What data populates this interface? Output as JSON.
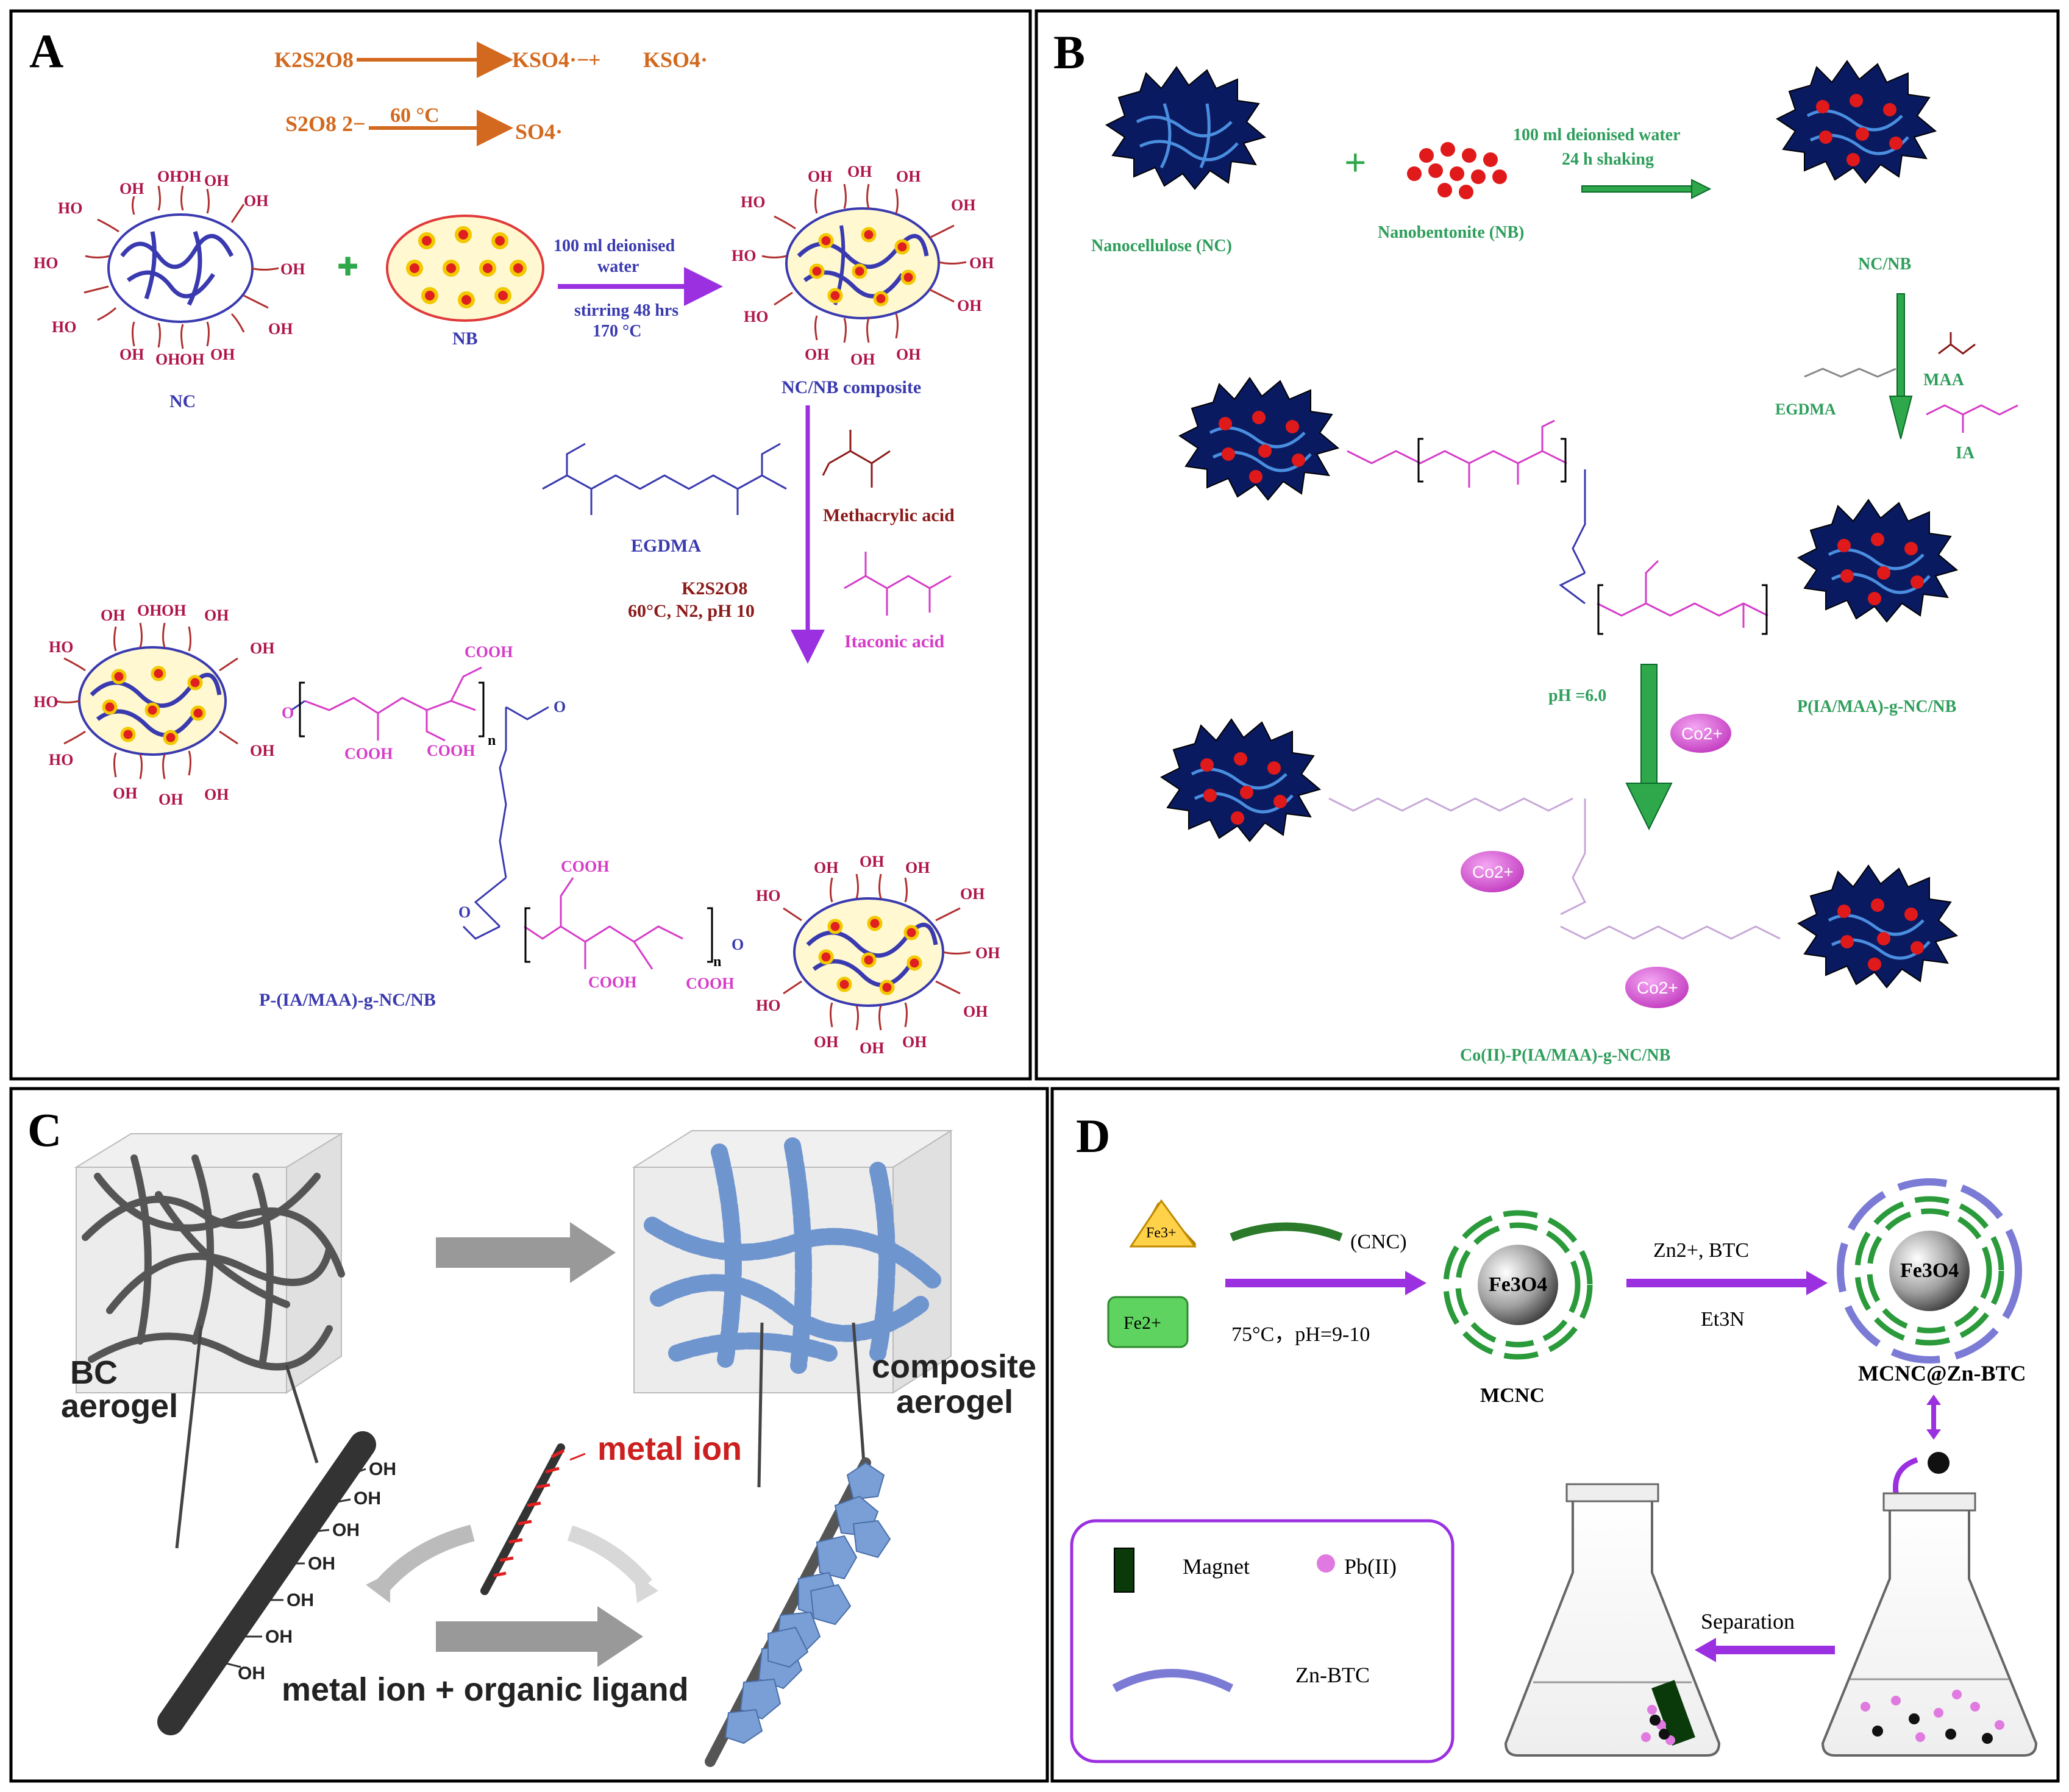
{
  "panels": {
    "A": {
      "letter": "A",
      "eq1": {
        "reactant": "K2S2O8",
        "product1": "KSO4·−",
        "plus": "+",
        "product2": "KSO4·"
      },
      "eq2": {
        "reactant": "S2O8 2−",
        "condition": "60 °C",
        "product": "SO4·"
      },
      "nc_label": "NC",
      "nb_label": "NB",
      "plus_symbol": "✚",
      "step1_conditions": [
        "100 ml deionised",
        "water",
        "stirring 48 hrs",
        "170 °C"
      ],
      "nc_nb_label": "NC/NB composite",
      "egdma_label": "EGDMA",
      "methacrylic_label": "Methacrylic acid",
      "itaconic_label": "Itaconic acid",
      "step2_conditions": [
        "K2S2O8",
        "60°C, N2, pH 10"
      ],
      "product_label": "P-(IA/MAA)-g-NC/NB",
      "group_oh": "OH",
      "group_ho": "HO",
      "group_cooh": "COOH",
      "group_o": "O",
      "group_n": "n"
    },
    "B": {
      "letter": "B",
      "nc_label": "Nanocellulose (NC)",
      "plus": "+",
      "nb_label": "Nanobentonite (NB)",
      "step1_line1": "100 ml deionised water",
      "step1_line2": "24 h shaking",
      "nc_nb_label": "NC/NB",
      "egdma_label": "EGDMA",
      "maa_label": "MAA",
      "ia_label": "IA",
      "product_label": "P(IA/MAA)-g-NC/NB",
      "ph_label": "pH =6.0",
      "co_ion": "Co2+",
      "final_label": "Co(II)-P(IA/MAA)-g-NC/NB"
    },
    "C": {
      "letter": "C",
      "bc_aerogel": [
        "BC",
        "aerogel"
      ],
      "composite_aerogel": [
        "composite",
        "aerogel"
      ],
      "metal_ion": "metal ion",
      "bottom_label": "metal ion + organic ligand",
      "oh_group": "OH"
    },
    "D": {
      "letter": "D",
      "fe3": "Fe3+",
      "fe2": "Fe2+",
      "cnc": "(CNC)",
      "conditions": "75°C，pH=9-10",
      "fe3o4": "Fe3O4",
      "mcnc": "MCNC",
      "zn_btc_reagents": "Zn2+, BTC",
      "et3n": "Et3N",
      "mcnc_zn_btc": "MCNC@Zn-BTC",
      "legend_magnet": "Magnet",
      "legend_pb": "Pb(II)",
      "legend_zn_btc": "Zn-BTC",
      "separation": "Separation"
    }
  },
  "colors": {
    "orange": "#d2691e",
    "blue_text": "#3a3ab0",
    "green_text": "#2e9e5b",
    "magenta": "#d63cc8",
    "dark_red": "#8b1a1a",
    "purple_arrow": "#9b30e0",
    "co_pink": "#d94fd6"
  }
}
